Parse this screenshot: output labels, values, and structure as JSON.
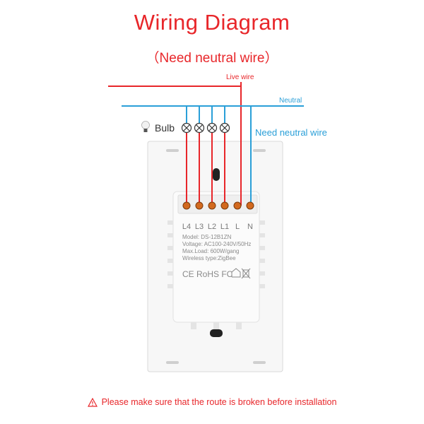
{
  "title": "Wiring Diagram",
  "subtitle": "（Need neutral wire）",
  "labels": {
    "live_wire": "Live wire",
    "neutral": "Neutral",
    "need_neutral": "Need neutral wire",
    "bulb": "Bulb"
  },
  "terminals": [
    "L4",
    "L3",
    "L2",
    "L1",
    "L",
    "N"
  ],
  "device_label": {
    "model": "Model: DS-12B1ZN",
    "voltage": "Voltage: AC100-240V/50Hz",
    "max_load": "Max.Load: 600W/gang",
    "wireless": "Wireless type:ZigBee",
    "certs": "CE RoHS FC"
  },
  "warning": "Please make sure that the route is broken before installation",
  "colors": {
    "live": "#e8262a",
    "neutral": "#2a9fd8",
    "terminal": "#d2691e"
  }
}
